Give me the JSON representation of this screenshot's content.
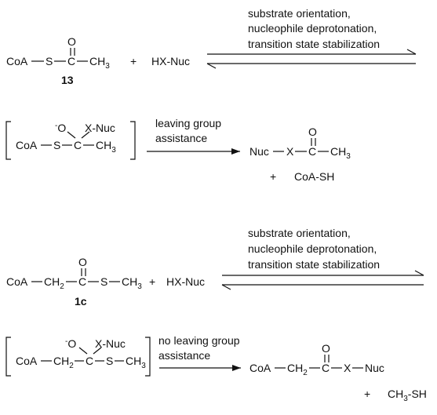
{
  "scheme1": {
    "conditions": [
      "substrate orientation,",
      "nucleophile deprotonation,",
      "transition state stabilization"
    ],
    "substrate": {
      "coa": "CoA",
      "s": "S",
      "c": "C",
      "o": "O",
      "ch": "CH",
      "sub3": "3",
      "label": "13"
    },
    "plus": "+",
    "nucleophile": "HX-Nuc",
    "intermediate": {
      "o_minus": "-",
      "o": "O",
      "xnuc": "X-Nuc",
      "coa": "CoA",
      "s": "S",
      "c": "C",
      "ch": "CH",
      "sub3": "3"
    },
    "assist": [
      "leaving group",
      "assistance"
    ],
    "product": {
      "nuc": "Nuc",
      "x": "X",
      "c": "C",
      "o": "O",
      "ch": "CH",
      "sub3": "3"
    },
    "byproduct_plus": "+",
    "byproduct": "CoA-SH"
  },
  "scheme2": {
    "conditions": [
      "substrate orientation,",
      "nucleophile deprotonation,",
      "transition state stabilization"
    ],
    "substrate": {
      "coa": "CoA",
      "ch": "CH",
      "sub2": "2",
      "c": "C",
      "o": "O",
      "s": "S",
      "ch3": "CH",
      "sub3": "3",
      "label": "1c"
    },
    "plus": "+",
    "nucleophile": "HX-Nuc",
    "intermediate": {
      "o_minus": "-",
      "o": "O",
      "xnuc": "X-Nuc",
      "coa": "CoA",
      "ch": "CH",
      "sub2": "2",
      "c": "C",
      "s": "S",
      "ch3": "CH",
      "sub3": "3"
    },
    "assist": [
      "no leaving group",
      "assistance"
    ],
    "product": {
      "coa": "CoA",
      "ch": "CH",
      "sub2": "2",
      "c": "C",
      "o": "O",
      "x": "X",
      "nuc": "Nuc"
    },
    "byproduct_plus": "+",
    "byproduct_main": "CH",
    "byproduct_sub": "3",
    "byproduct_tail": "-SH"
  }
}
